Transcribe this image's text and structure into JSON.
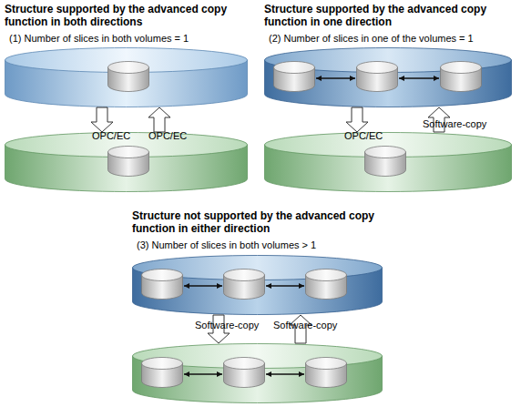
{
  "diagram": {
    "nodes": [
      {
        "text": []
      },
      {
        "text": [],
        "in": 0
      },
      {
        "text": []
      },
      {
        "text": [],
        "in": 2
      },
      {
        "text": []
      },
      {
        "text": [],
        "in": 4
      },
      {
        "text": [],
        "in": 4
      },
      {
        "text": [],
        "in": 4
      },
      {
        "text": []
      },
      {
        "text": [],
        "in": 8
      },
      {
        "text": []
      },
      {
        "text": [],
        "in": 10
      },
      {
        "text": [],
        "in": 10
      },
      {
        "text": [],
        "in": 10
      },
      {
        "text": []
      },
      {
        "text": [],
        "in": 14
      },
      {
        "text": [],
        "in": 14
      },
      {
        "text": [],
        "in": 14
      }
    ],
    "edges": [
      {
        "from": 0,
        "to": 2,
        "label": "OPC/EC",
        "arrow": "to"
      },
      {
        "from": 2,
        "to": 0,
        "label": "OPC/EC",
        "arrow": "to"
      },
      {
        "from": 5,
        "to": 6,
        "arrow": "both"
      },
      {
        "from": 6,
        "to": 7,
        "arrow": "both"
      },
      {
        "from": 4,
        "to": 8,
        "label": "OPC/EC",
        "arrow": "to"
      },
      {
        "from": 8,
        "to": 4,
        "label": "Software-copy",
        "arrow": "to"
      },
      {
        "from": 11,
        "to": 12,
        "arrow": "both"
      },
      {
        "from": 12,
        "to": 13,
        "arrow": "both"
      },
      {
        "from": 15,
        "to": 16,
        "arrow": "both"
      },
      {
        "from": 16,
        "to": 17,
        "arrow": "both"
      },
      {
        "from": 10,
        "to": 14,
        "label": "Software-copy",
        "arrow": "to"
      },
      {
        "from": 14,
        "to": 10,
        "label": "Software-copy",
        "arrow": "to"
      }
    ],
    "labels": [
      "Structure supported by the advanced copy function in both directions",
      "(1) Number of slices in both volumes = 1",
      "Structure supported by the advanced copy function in one direction",
      "(2) Number of slices in one of the volumes = 1",
      "Structure not supported by the advanced copy function in either direction",
      "(3) Number of slices in both volumes > 1"
    ]
  }
}
